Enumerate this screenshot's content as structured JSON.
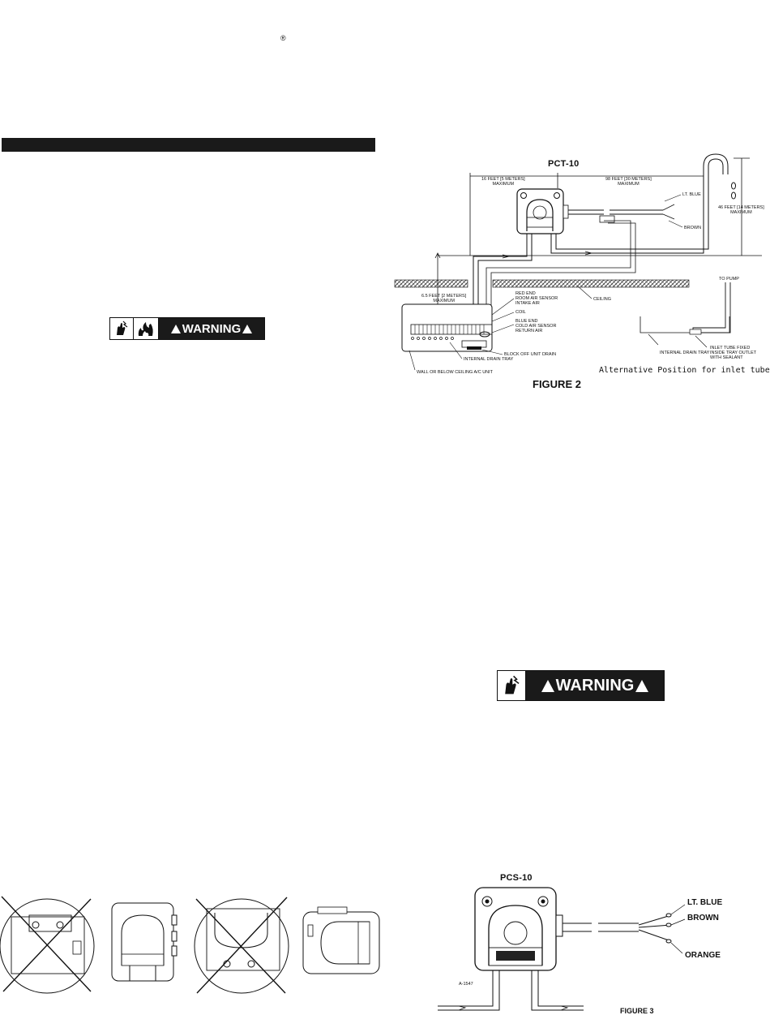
{
  "header": {
    "registered_mark": "®"
  },
  "warnings": [
    {
      "word": "WARNING"
    },
    {
      "word": "WARNING"
    }
  ],
  "figure2": {
    "model": "PCT-10",
    "caption": "FIGURE 2",
    "alt_position": "Alternative Position for inlet tube",
    "labels": {
      "dim_left": "16 FEET [5 METERS]\nMAXIMUM",
      "dim_right": "98 FEET [30 METERS]\nMAXIMUM",
      "dim_vertical": "46 FEET [14 METERS]\nMAXIMUM",
      "dim_rise": "6.5 FEET [2 METERS]\nMAXIMUM",
      "lt_blue": "LT. BLUE",
      "brown": "BROWN",
      "ceiling": "CEILING",
      "red_end": "RED END\nROOM AIR SENSOR\nINTAKE AIR",
      "coil": "COIL",
      "blue_end": "BLUE END\nCOLD AIR SENSOR\nRETURN AIR",
      "block_off": "BLOCK OFF UNIT DRAIN",
      "internal_tray": "INTERNAL DRAIN TRAY",
      "wall_unit": "WALL OR BELOW CEILING A/C UNIT",
      "to_pump": "TO PUMP",
      "internal_tray_2": "INTERNAL DRAIN TRAY",
      "inlet_tube": "INLET TUBE FIXED\nINSIDE TRAY OUTLET\nWITH SEALANT"
    }
  },
  "figure3": {
    "model": "PCS-10",
    "caption": "FIGURE 3",
    "ref": "A-1547",
    "labels": {
      "lt_blue": "LT. BLUE",
      "brown": "BROWN",
      "orange": "ORANGE"
    }
  }
}
